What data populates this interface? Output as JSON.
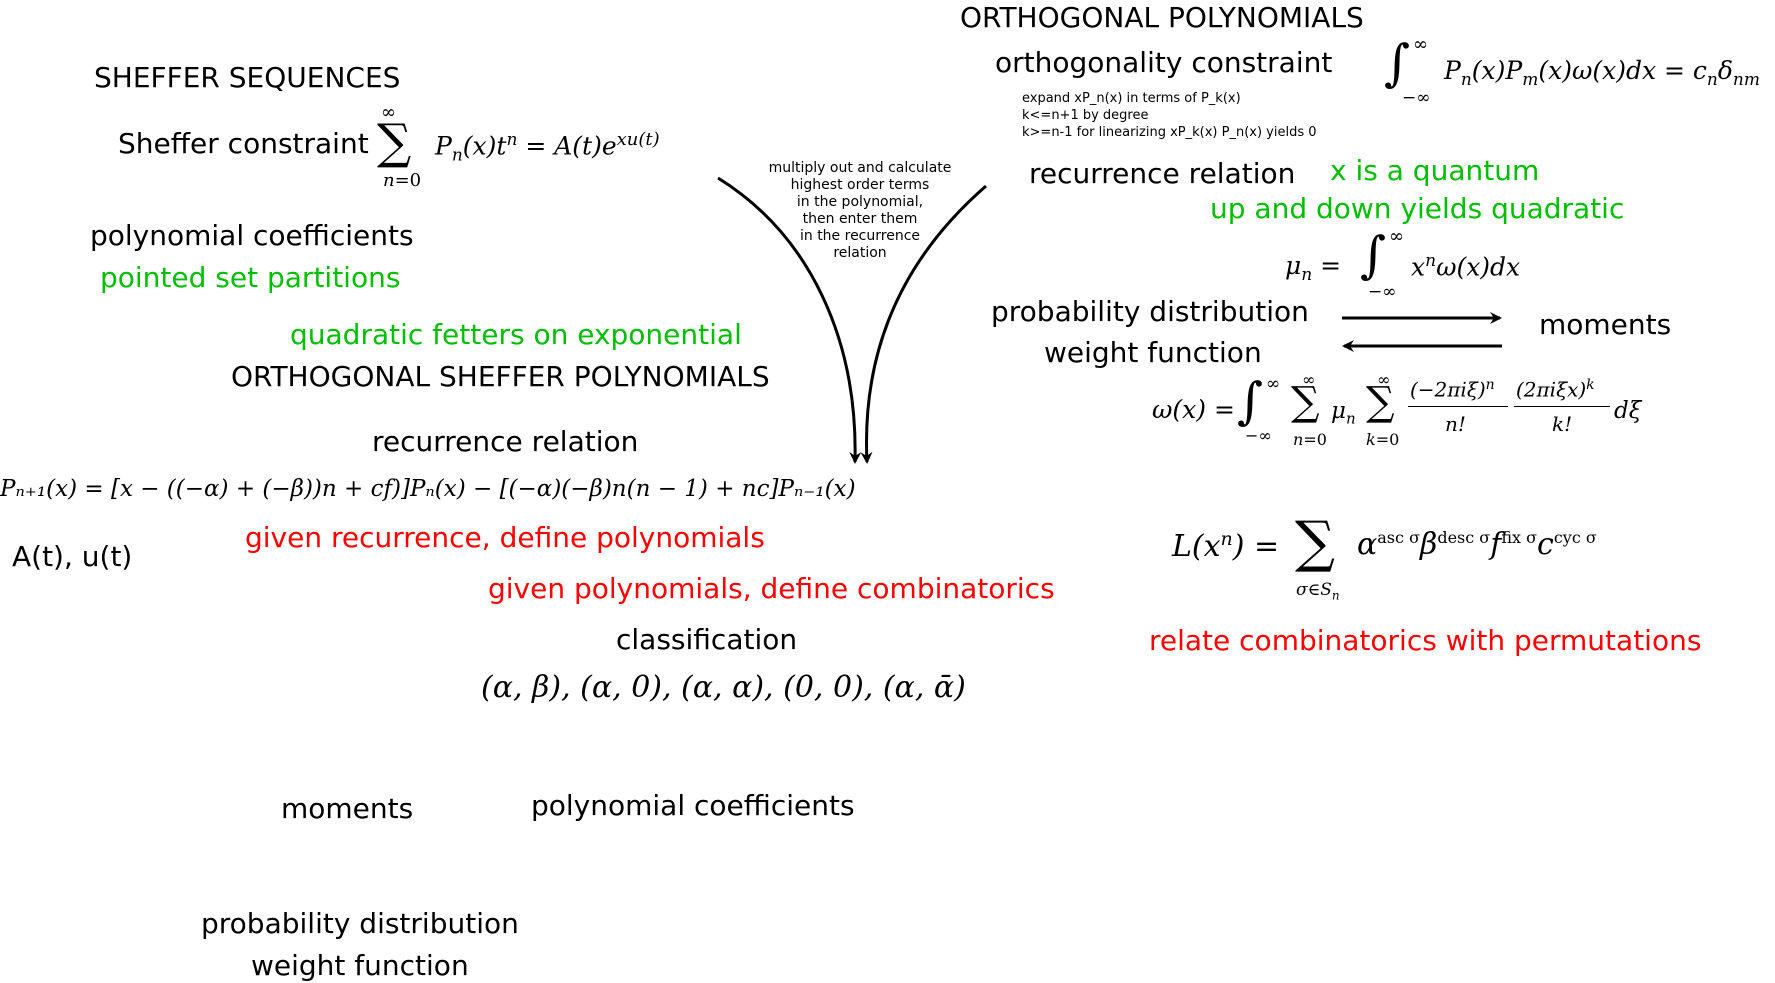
{
  "sheffer": {
    "heading": "SHEFFER SEQUENCES",
    "constraint_label": "Sheffer constraint",
    "constraint_formula": "∑_{n=0}^{∞} Pₙ(x)tⁿ = A(t)e^{xu(t)}",
    "poly_coeff_label": "polynomial coefficients",
    "pointed_partitions": "pointed set partitions"
  },
  "middle": {
    "quadratic_fetters": "quadratic fetters on exponential",
    "heading": "ORTHOGONAL SHEFFER POLYNOMIALS",
    "recurrence_label": "recurrence relation",
    "recurrence_formula": "Pₙ₊₁(x) = [x − ((−α) + (−β))n + cf)]Pₙ(x) − [(−α)(−β)n(n − 1) + nc]Pₙ₋₁(x)",
    "given_recurrence": "given recurrence, define polynomials",
    "given_polynomials": "given polynomials, define combinatorics",
    "classification_label": "classification",
    "classification_formula": "(α, β), (α, 0), (α, α), (0, 0), (α, ᾱ)",
    "at_ut": "A(t), u(t)"
  },
  "bottom": {
    "moments": "moments",
    "poly_coeff": "polynomial coefficients",
    "prob_dist": "probability distribution",
    "weight_func": "weight function"
  },
  "merge_note": {
    "lines": [
      "multiply out and calculate",
      "highest order terms",
      "in the polynomial,",
      "then enter them",
      "in the recurrence",
      "relation"
    ]
  },
  "orthogonal": {
    "heading": "ORTHOGONAL POLYNOMIALS",
    "constraint_label": "orthogonality constraint",
    "constraint_formula": "∫_{−∞}^{∞} Pₙ(x)Pₘ(x)ω(x)dx = cₙδₙₘ",
    "expand_notes": [
      "expand xP_n(x) in terms of P_k(x)",
      "k<=n+1 by degree",
      "k>=n-1 for linearizing xP_k(x) P_n(x) yields 0"
    ],
    "recurrence_label": "recurrence relation",
    "quantum": "x is a quantum",
    "up_down": "up and down yields quadratic",
    "mu_formula": "μₙ = ∫_{−∞}^{∞} xⁿω(x)dx",
    "prob_dist": "probability distribution",
    "weight_func": "weight function",
    "moments": "moments",
    "omega_formula": "ω(x) = ∫_{−∞}^{∞} ∑_{n=0}^{∞} μₙ ∑_{k=0}^{∞} (−2πiξ)ⁿ/n! (2πiξx)ᵏ/k! dξ",
    "L_formula": "L(xⁿ) = ∑_{σ∈Sₙ} α^{asc σ} β^{desc σ} f^{fix σ} c^{cyc σ}",
    "relate": "relate combinatorics with permutations"
  },
  "colors": {
    "green": "#00bf00",
    "red": "#ff0000",
    "black": "#000000"
  }
}
